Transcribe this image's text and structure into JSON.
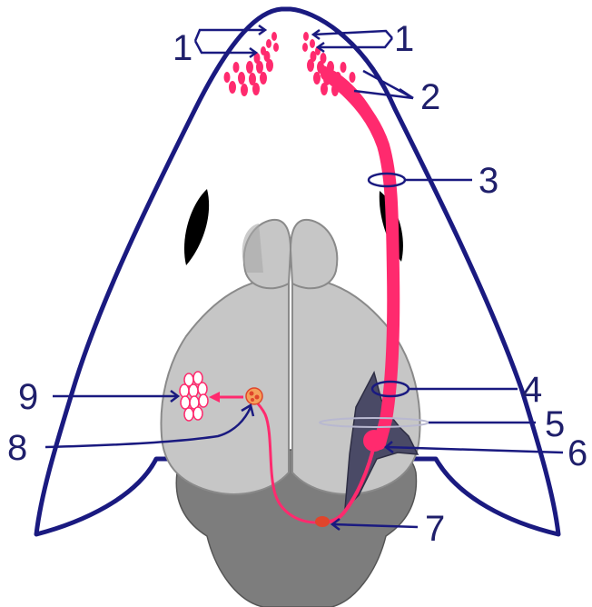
{
  "diagram": {
    "labels": {
      "l1_left": "1",
      "l1_right": "1",
      "l2": "2",
      "l3": "3",
      "l4": "4",
      "l5": "5",
      "l6": "6",
      "l7": "7",
      "l8": "8",
      "l9": "9"
    },
    "colors": {
      "outline": "#1a1a80",
      "pathway": "#ff2a6e",
      "brain_light": "#c6c6c6",
      "brain_mid": "#a9a9a9",
      "brain_dark": "#7d7d7d",
      "ganglion": "#4a4a66",
      "nucleus": "#e0452b",
      "eye": "#000000",
      "label": "#1f1f6b"
    }
  }
}
